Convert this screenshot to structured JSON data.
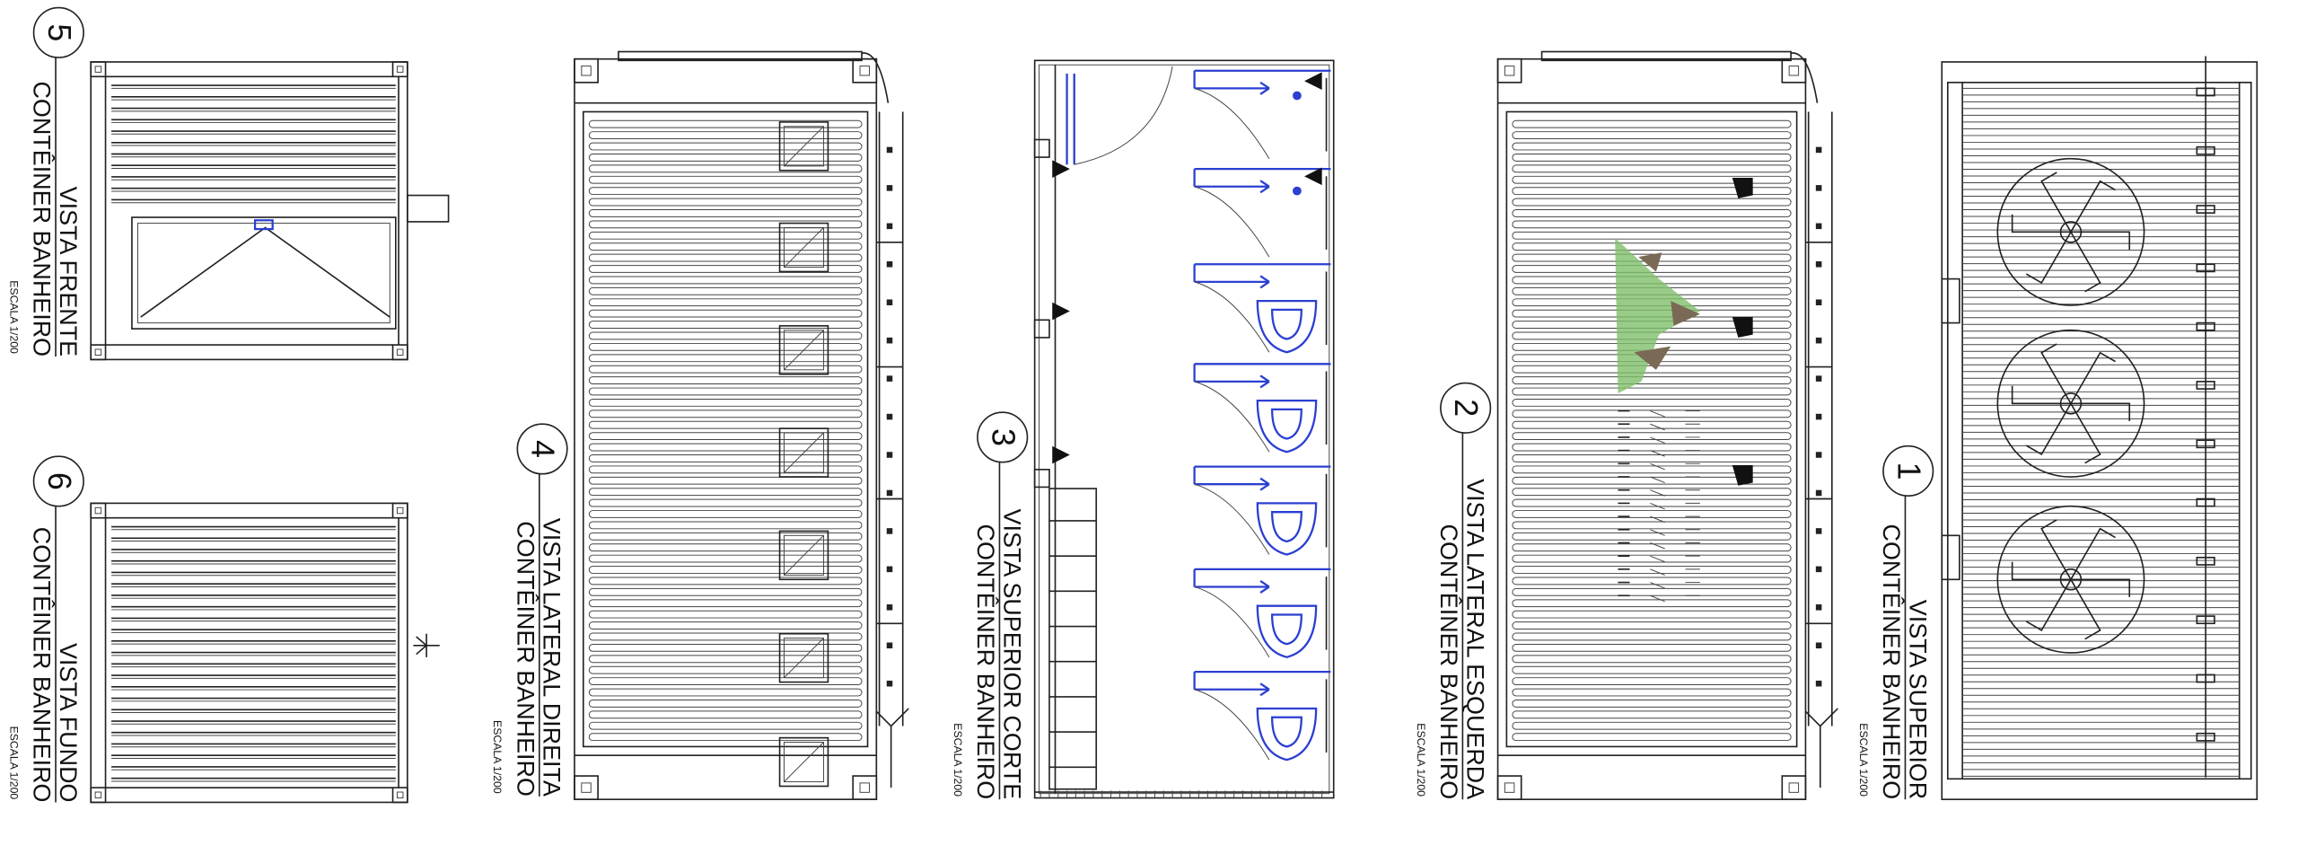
{
  "drawing": {
    "views": [
      {
        "id": "5",
        "number": "5",
        "title": "VISTA FRENTE",
        "subtitle": "CONTÊINER BANHEIRO",
        "scale": "ESCALA 1/200"
      },
      {
        "id": "6",
        "number": "6",
        "title": "VISTA FUNDO",
        "subtitle": "CONTÊINER BANHEIRO",
        "scale": "ESCALA 1/200"
      },
      {
        "id": "4",
        "number": "4",
        "title": "VISTA LATERAL DIREITA",
        "subtitle": "CONTÊINER BANHEIRO",
        "scale": "ESCALA 1/200"
      },
      {
        "id": "3",
        "number": "3",
        "title": "VISTA SUPERIOR CORTE",
        "subtitle": "CONTÊINER BANHEIRO",
        "scale": "ESCALA 1/200"
      },
      {
        "id": "2",
        "number": "2",
        "title": "VISTA LATERAL ESQUERDA",
        "subtitle": "CONTÊINER BANHEIRO",
        "scale": "ESCALA 1/200"
      },
      {
        "id": "1",
        "number": "1",
        "title": "VISTA SUPERIOR",
        "subtitle": "CONTÊINER BANHEIRO",
        "scale": "ESCALA 1/200"
      }
    ],
    "colors": {
      "line": "#222222",
      "fixture": "#2b3fd1",
      "window_frame": "#f2c81e",
      "window_glass": "#b9c4d6",
      "logo": "#7fbf6a"
    }
  }
}
